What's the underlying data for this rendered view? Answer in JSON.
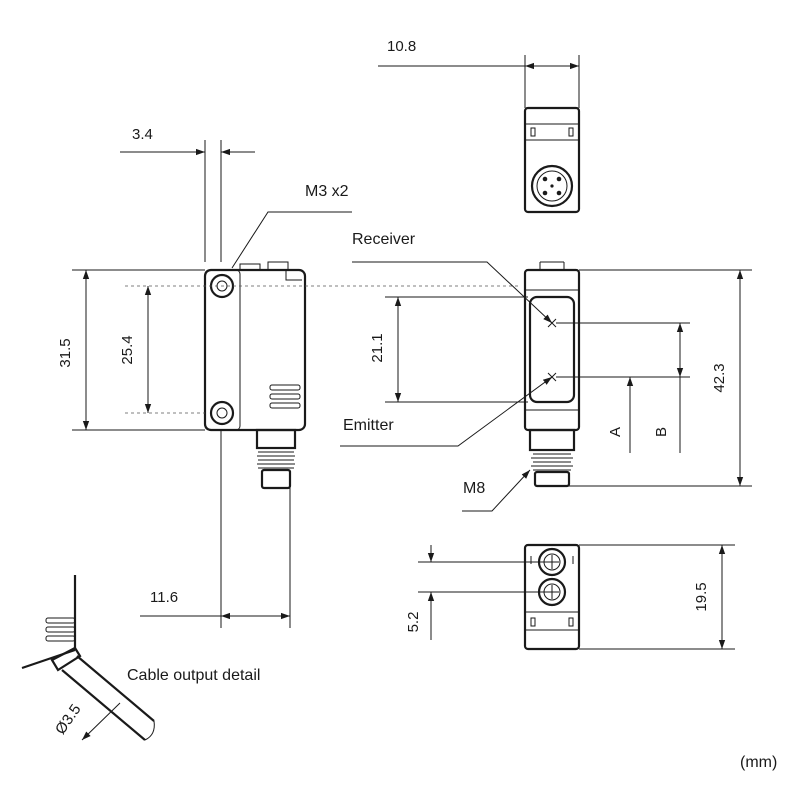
{
  "dimensions": {
    "top_width": "10.8",
    "mount_offset": "3.4",
    "body_height": "31.5",
    "hole_pitch": "25.4",
    "optical_pitch": "21.1",
    "total_height": "42.3",
    "connector_offset": "11.6",
    "bottom_offset": "5.2",
    "bottom_depth": "19.5",
    "cable_diameter": "Ø3.5"
  },
  "labels": {
    "mounting": "M3 x2",
    "receiver": "Receiver",
    "emitter": "Emitter",
    "connector": "M8",
    "axis_a": "A",
    "axis_b": "B",
    "cable_detail": "Cable output detail",
    "units": "(mm)"
  },
  "colors": {
    "line": "#1a1a1a",
    "background": "#ffffff"
  }
}
